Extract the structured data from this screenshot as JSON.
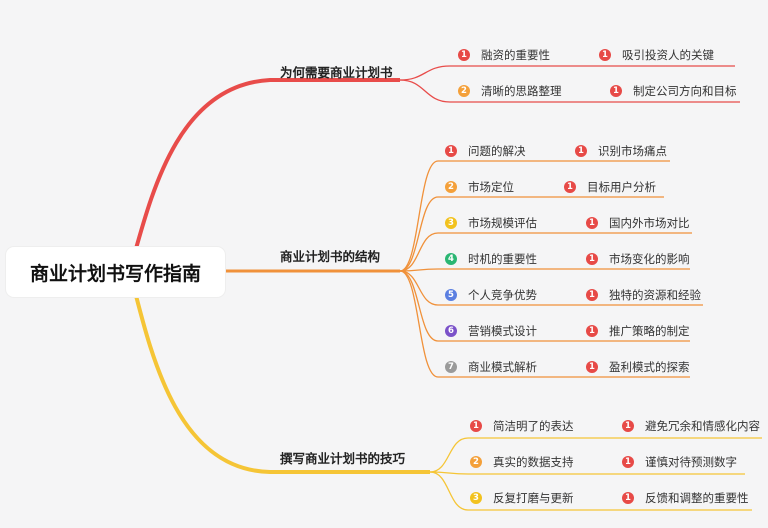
{
  "root": {
    "title": "商业计划书写作指南"
  },
  "branches": [
    {
      "title": "为何需要商业计划书",
      "color": "#e84c4a",
      "children": [
        {
          "num": "1",
          "label": "融资的重要性",
          "leaf_num": "1",
          "leaf": "吸引投资人的关键"
        },
        {
          "num": "2",
          "label": "清晰的思路整理",
          "leaf_num": "1",
          "leaf": "制定公司方向和目标"
        }
      ]
    },
    {
      "title": "商业计划书的结构",
      "color": "#f0913a",
      "children": [
        {
          "num": "1",
          "label": "问题的解决",
          "leaf_num": "1",
          "leaf": "识别市场痛点"
        },
        {
          "num": "2",
          "label": "市场定位",
          "leaf_num": "1",
          "leaf": "目标用户分析"
        },
        {
          "num": "3",
          "label": "市场规模评估",
          "leaf_num": "1",
          "leaf": "国内外市场对比"
        },
        {
          "num": "4",
          "label": "时机的重要性",
          "leaf_num": "1",
          "leaf": "市场变化的影响"
        },
        {
          "num": "5",
          "label": "个人竞争优势",
          "leaf_num": "1",
          "leaf": "独特的资源和经验"
        },
        {
          "num": "6",
          "label": "营销模式设计",
          "leaf_num": "1",
          "leaf": "推广策略的制定"
        },
        {
          "num": "7",
          "label": "商业模式解析",
          "leaf_num": "1",
          "leaf": "盈利模式的探索"
        }
      ]
    },
    {
      "title": "撰写商业计划书的技巧",
      "color": "#f5c536",
      "children": [
        {
          "num": "1",
          "label": "简洁明了的表达",
          "leaf_num": "1",
          "leaf": "避免冗余和情感化内容"
        },
        {
          "num": "2",
          "label": "真实的数据支持",
          "leaf_num": "1",
          "leaf": "谨慎对待预测数字"
        },
        {
          "num": "3",
          "label": "反复打磨与更新",
          "leaf_num": "1",
          "leaf": "反馈和调整的重要性"
        }
      ]
    }
  ]
}
